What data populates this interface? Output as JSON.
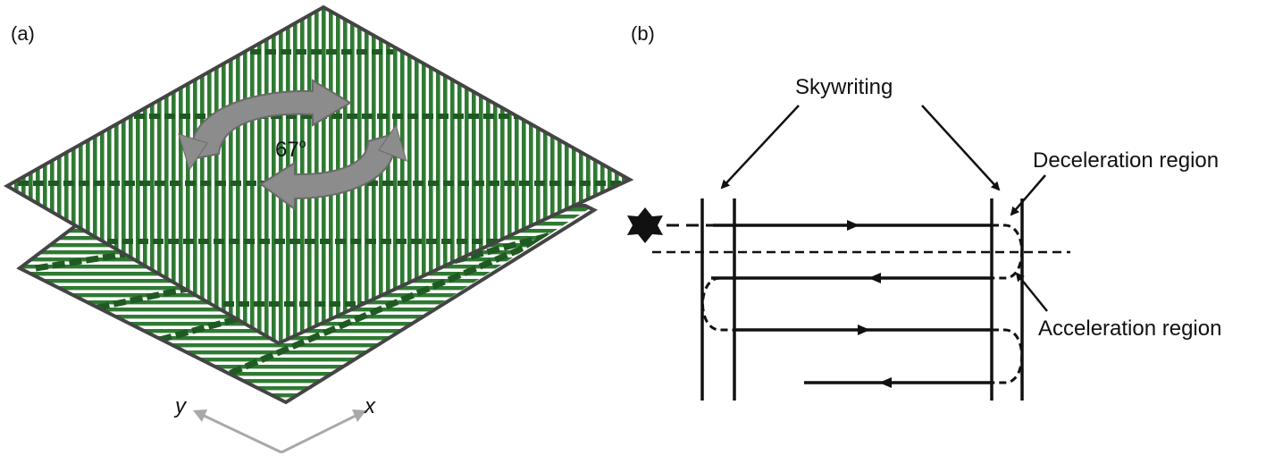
{
  "figure": {
    "panel_a": {
      "label": "(a)",
      "rotation_angle": "67",
      "degree_symbol": "o",
      "axis_x": "x",
      "axis_y": "y"
    },
    "panel_b": {
      "label": "(b)",
      "skywriting": "Skywriting",
      "deceleration": "Deceleration region",
      "acceleration": "Acceleration region"
    }
  },
  "colors": {
    "stripe": "#2f7a32",
    "stripe_dark": "#1f5a22",
    "layer_outline": "#444444",
    "arrow_fill": "#8c8c8c",
    "arrow_stroke": "#6a6a6a",
    "axis_arrow": "#a9a9a9",
    "ink": "#111111"
  }
}
